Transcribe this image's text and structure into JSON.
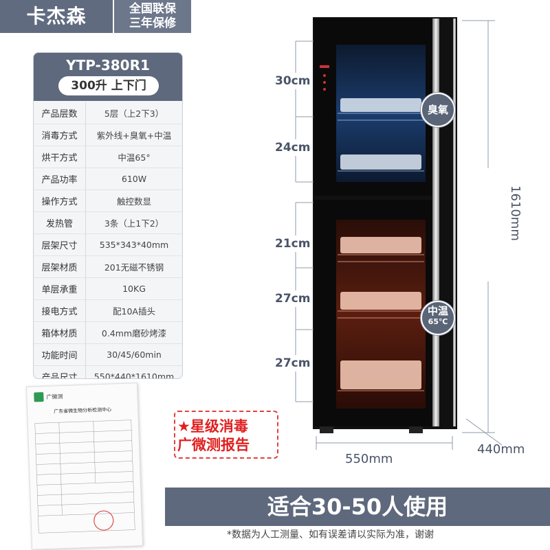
{
  "header": {
    "brand": "卡杰森",
    "warranty_line1": "全国联保",
    "warranty_line2": "三年保修"
  },
  "spec_card": {
    "model": "YTP-380R1",
    "capacity": "300升 上下门",
    "rows": [
      {
        "key": "产品层数",
        "value": "5层（上2下3）"
      },
      {
        "key": "消毒方式",
        "value": "紫外线+臭氧+中温"
      },
      {
        "key": "烘干方式",
        "value": "中温65°"
      },
      {
        "key": "产品功率",
        "value": "610W"
      },
      {
        "key": "操作方式",
        "value": "触控数显"
      },
      {
        "key": "发热管",
        "value": "3条（上1下2）"
      },
      {
        "key": "层架尺寸",
        "value": "535*343*40mm"
      },
      {
        "key": "层架材质",
        "value": "201无磁不锈钢"
      },
      {
        "key": "单层承重",
        "value": "10KG"
      },
      {
        "key": "接电方式",
        "value": "配10A插头"
      },
      {
        "key": "箱体材质",
        "value": "0.4mm磨砂烤漆"
      },
      {
        "key": "功能时间",
        "value": "30/45/60min"
      },
      {
        "key": "产品尺寸",
        "value": "550*440*1610mm"
      }
    ]
  },
  "dimensions": {
    "layer1": "30cm",
    "layer2": "24cm",
    "layer3": "21cm",
    "layer4": "27cm",
    "layer5": "27cm",
    "height": "1610mm",
    "width": "550mm",
    "depth": "440mm"
  },
  "features": {
    "ozone": "臭氧",
    "mid_temp": "中温",
    "mid_temp_value": "65℃"
  },
  "badge": {
    "line1": "★星级消毒",
    "line2": "广微测报告"
  },
  "report": {
    "logo_text": "广微测",
    "title": "广东省微生物分析检测中心"
  },
  "banner": "适合30-50人使用",
  "footnote": "*数据为人工测量、如有误差请以实际为准，谢谢",
  "colors": {
    "slate": "#5f697d",
    "red": "#e02020"
  }
}
